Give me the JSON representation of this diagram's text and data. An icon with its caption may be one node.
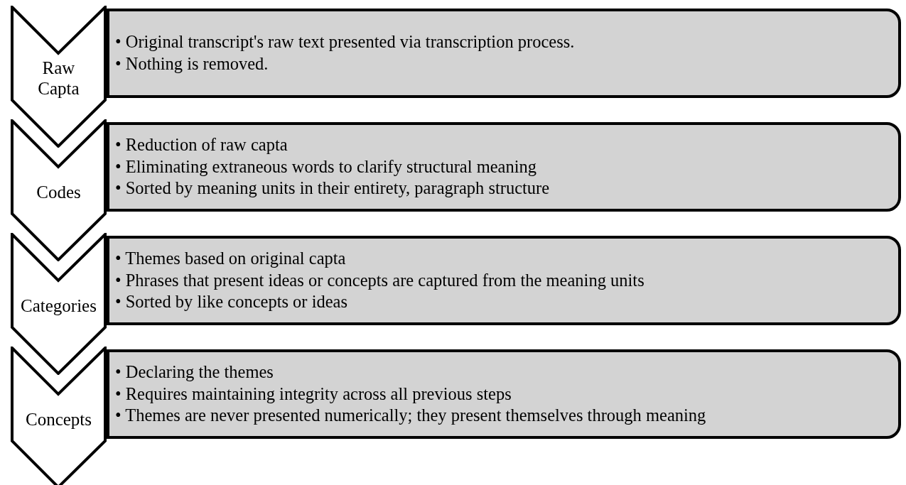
{
  "diagram": {
    "nodes": [
      {
        "text": [
          "Raw Capta"
        ]
      },
      {
        "text": [
          "• Original transcript's raw text presented via transcription process.",
          "• Nothing is removed."
        ]
      },
      {
        "text": [
          "Codes"
        ]
      },
      {
        "text": [
          "• Reduction of raw capta",
          "• Eliminating extraneous words to clarify structural meaning",
          "• Sorted by meaning units in their entirety, paragraph structure"
        ]
      },
      {
        "text": [
          "Categories"
        ]
      },
      {
        "text": [
          "• Themes based on original capta",
          "• Phrases that present ideas or concepts are captured from the meaning units",
          "• Sorted by like concepts or ideas"
        ]
      },
      {
        "text": [
          "Concepts"
        ]
      },
      {
        "text": [
          "• Declaring the themes",
          "• Requires maintaining integrity across all previous steps",
          "• Themes are never presented numerically; they present themselves through meaning"
        ]
      }
    ]
  }
}
